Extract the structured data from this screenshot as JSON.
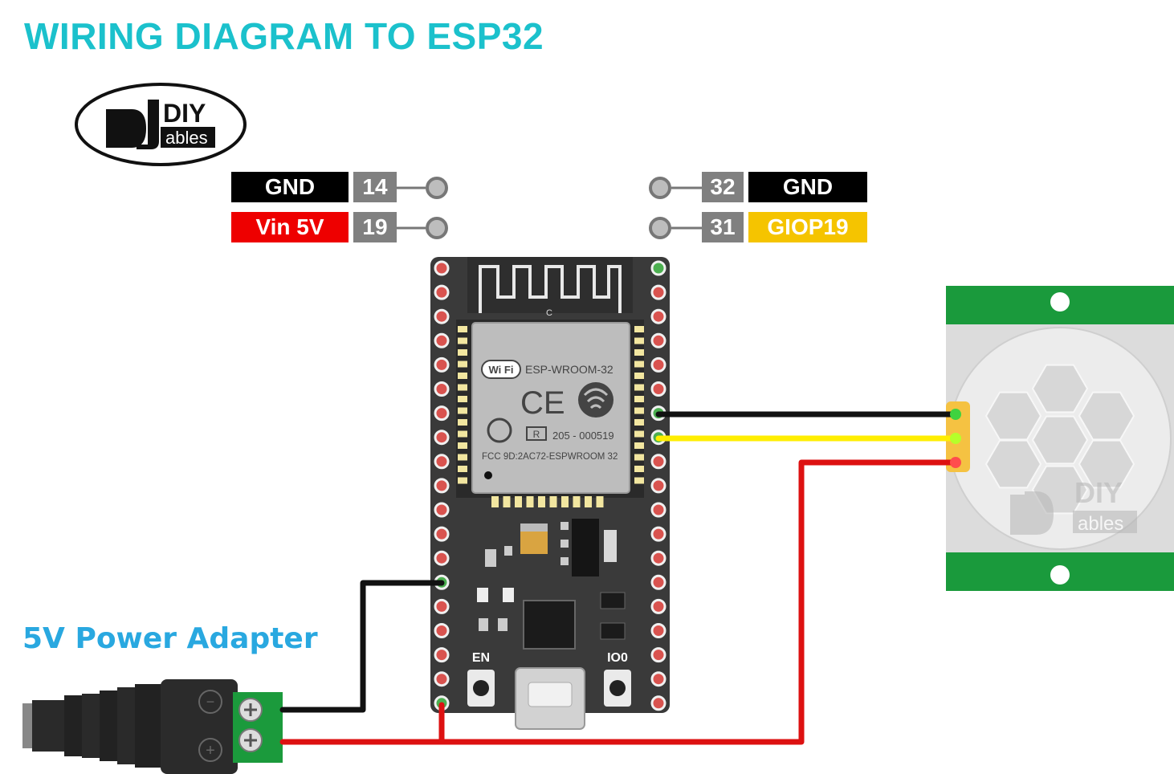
{
  "title": "WIRING DIAGRAM TO ESP32",
  "subtitle": "5V Power Adapter",
  "logo": {
    "line1": "DIY",
    "line2": "ables"
  },
  "left_labels": [
    {
      "name": "GND",
      "pin": "14",
      "color": "#000000",
      "text_color": "#ffffff"
    },
    {
      "name": "Vin 5V",
      "pin": "19",
      "color": "#ee0000",
      "text_color": "#ffffff"
    }
  ],
  "right_labels": [
    {
      "pin": "32",
      "name": "GND",
      "color": "#000000",
      "text_color": "#ffffff"
    },
    {
      "pin": "31",
      "name": "GIOP19",
      "color": "#f5c400",
      "text_color": "#ffffff"
    }
  ],
  "board": {
    "module": "ESP-WROOM-32",
    "fcc_id": "FCC 9D:2AC72-ESPWROOM 32",
    "cert_code": "205 - 000519",
    "antenna_mark": "C",
    "btn_left": "EN",
    "btn_right": "IO0",
    "wifi_mark": "Wi Fi",
    "r_mark": "R"
  },
  "wire_colors": {
    "gnd": "#111111",
    "signal": "#ffee00",
    "power": "#dd1111"
  }
}
